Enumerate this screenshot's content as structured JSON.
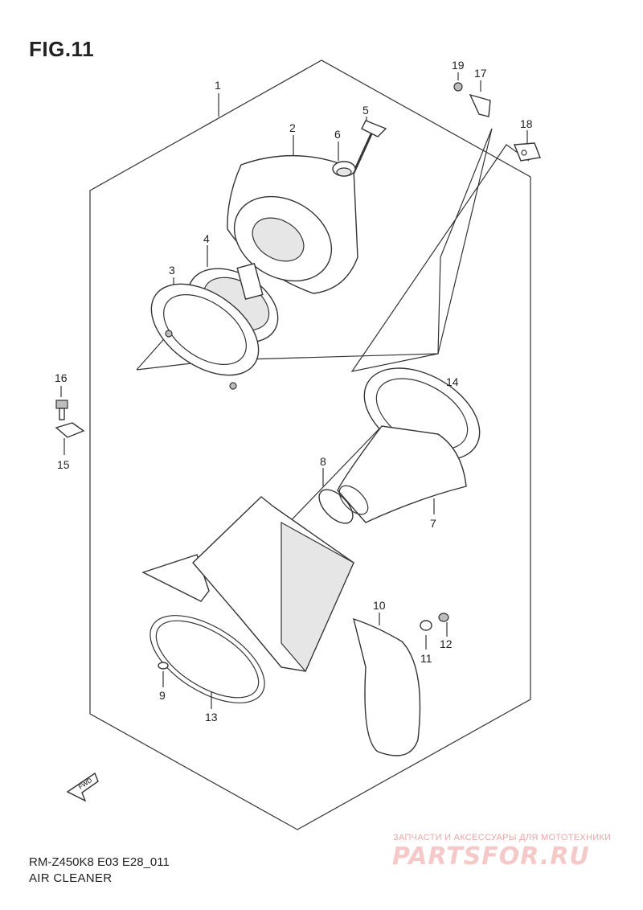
{
  "figure": {
    "title": "FIG.11",
    "model_code": "RM-Z450K8 E03 E28_011",
    "caption": "AIR CLEANER"
  },
  "callouts": [
    "1",
    "2",
    "3",
    "4",
    "5",
    "6",
    "7",
    "8",
    "9",
    "10",
    "11",
    "12",
    "13",
    "14",
    "15",
    "16",
    "17",
    "18",
    "19"
  ],
  "fwd_label": "FWD",
  "watermark": {
    "tagline": "ЗАПЧАСТИ И АКСЕССУАРЫ ДЛЯ МОТОТЕХНИКИ",
    "logo": "PARTSFOR.RU"
  },
  "colors": {
    "line": "#333333",
    "watermark": "#f6c9c9"
  }
}
